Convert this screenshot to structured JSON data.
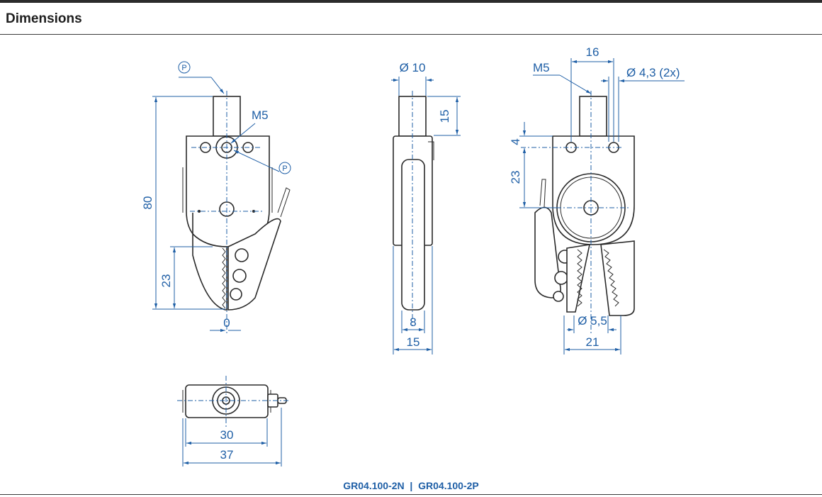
{
  "header": {
    "title": "Dimensions"
  },
  "footer": {
    "model_a": "GR04.100-2N",
    "separator": "|",
    "model_b": "GR04.100-2P"
  },
  "front_view": {
    "port_marker_top": "P",
    "port_marker_side": "P",
    "thread_label": "M5",
    "height_total": "80",
    "jaw_height": "23",
    "offset": "0"
  },
  "side_view": {
    "diameter": "Ø 10",
    "stem_length": "15",
    "jaw_width": "8",
    "body_width": "15"
  },
  "rear_view": {
    "thread_label": "M5",
    "hole_spacing": "16",
    "hole_diameter": "Ø 4,3 (2x)",
    "offset_top": "4",
    "pivot_height": "23",
    "pivot_diameter": "Ø 5,5",
    "open_width": "21"
  },
  "top_view": {
    "inner_width": "30",
    "outer_width": "37"
  },
  "colors": {
    "dimension": "#1f5fa6",
    "outline": "#2a2a2a",
    "rule": "#2b2b2b"
  }
}
